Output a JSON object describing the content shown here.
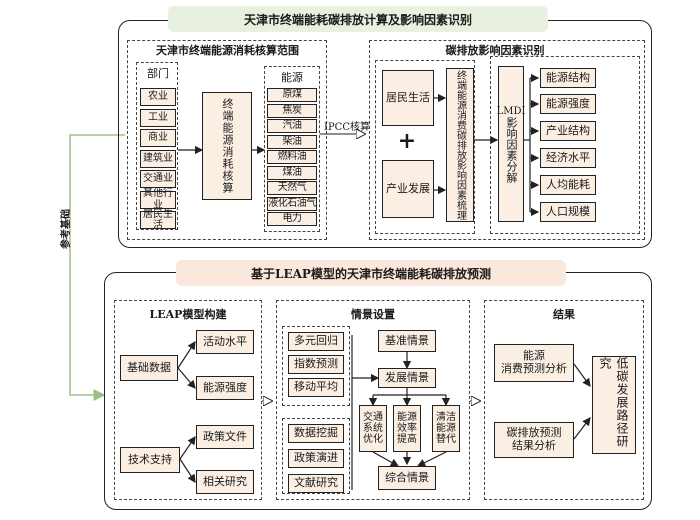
{
  "top": {
    "title": "天津市终端能耗碳排放计算及影响因素识别",
    "scope_title": "天津市终端能源消耗核算范围",
    "sector_header": "部门",
    "sectors": [
      "农业",
      "工业",
      "商业",
      "建筑业",
      "交通业",
      "其他行业",
      "居民生活"
    ],
    "terminal_box": "终端能源消耗核算",
    "energy_header": "能源",
    "energies": [
      "原煤",
      "焦炭",
      "汽油",
      "柴油",
      "燃料油",
      "煤油",
      "天然气",
      "液化石油气",
      "电力"
    ],
    "ipcc_label": "IPCC核算",
    "factor_title": "碳排放影响因素识别",
    "resident": "居民生活",
    "plus": "+",
    "industry": "产业发展",
    "sorting": "终端能源消费碳排放影响因素梳理",
    "lmdi_prefix": "LMDI",
    "lmdi_rest": "影响因素分解",
    "factors": [
      "能源结构",
      "能源强度",
      "产业结构",
      "经济水平",
      "人均能耗",
      "人口规模"
    ]
  },
  "side_label": "参考基础",
  "bottom": {
    "title": "基于LEAP模型的天津市终端能耗碳排放预测",
    "leap_title": "LEAP模型构建",
    "basic_data": "基础数据",
    "activity": "活动水平",
    "intensity": "能源强度",
    "tech": "技术支持",
    "policy": "政策文件",
    "research": "相关研究",
    "scenario_title": "情景设置",
    "methods": [
      "多元回归",
      "指数预测",
      "移动平均",
      "数据挖掘",
      "政策演进",
      "文献研究"
    ],
    "baseline": "基准情景",
    "development": "发展情景",
    "sub_scenarios": [
      "交通系统优化",
      "能源效率提高",
      "清洁能源替代"
    ],
    "comprehensive": "综合情景",
    "result_title": "结果",
    "energy_forecast": "能源\n消费预测分析",
    "carbon_forecast": "碳排放预测\n结果分析",
    "low_carbon": "低碳发展路径研究"
  }
}
